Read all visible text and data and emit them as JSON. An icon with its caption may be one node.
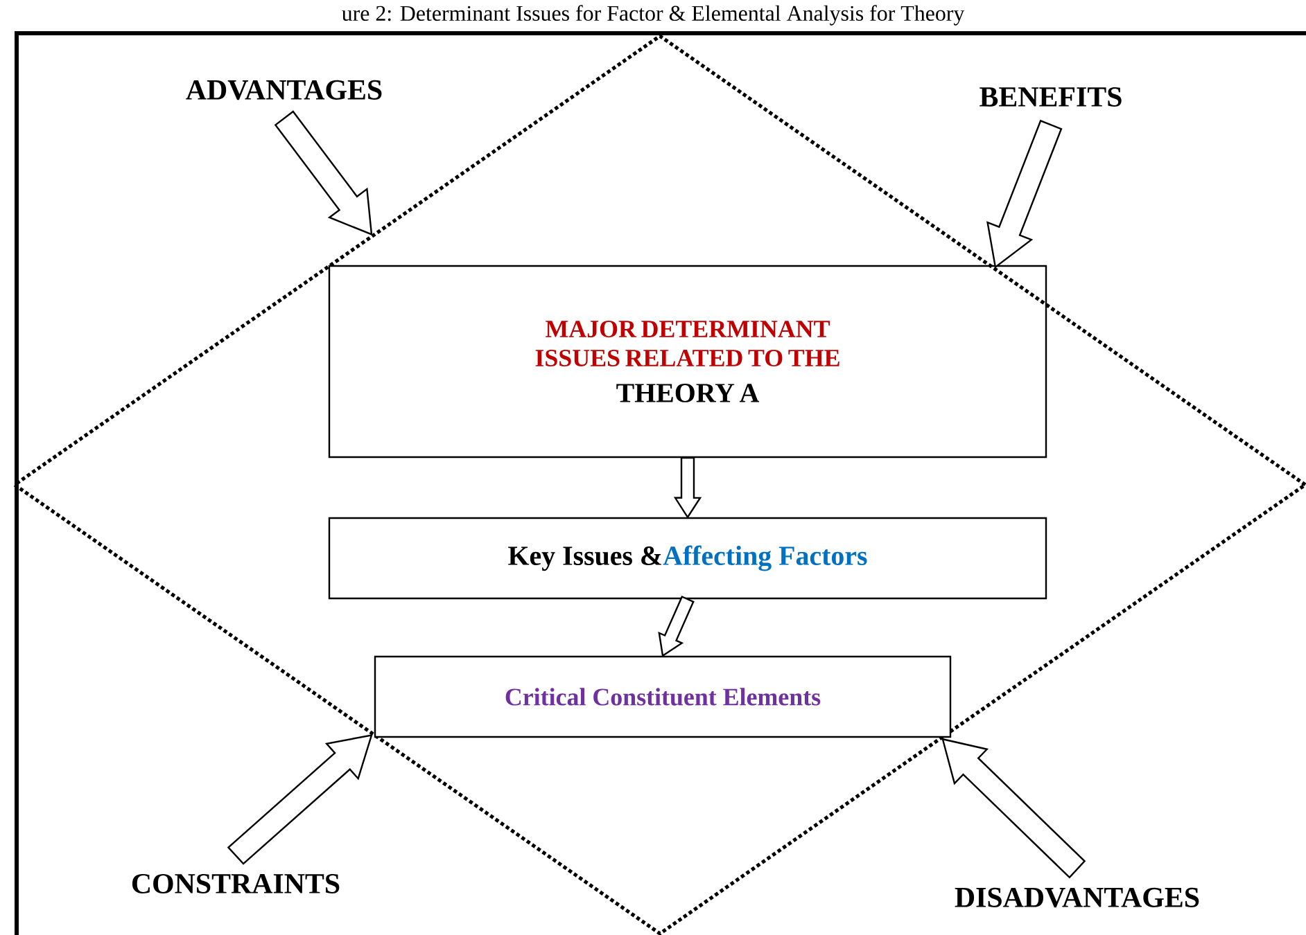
{
  "diagram": {
    "title": "ure 2: Determinant Issues for Factor & Elemental Analysis for Theory",
    "nodes": [
      {
        "text": [],
        "shape": "diamond"
      },
      {
        "text": [
          "ADVANTAGES"
        ]
      },
      {
        "text": [
          "BENEFITS"
        ]
      },
      {
        "text": [
          "MAJOR DETERMINANT ISSUES RELATED TO THE",
          "THEORY A"
        ],
        "in": 0
      },
      {
        "text": [
          "Key Issues &",
          "Affecting Factors"
        ],
        "in": 0
      },
      {
        "text": [
          "Critical Constituent Elements"
        ],
        "in": 0
      },
      {
        "text": [
          "CONSTRAINTS"
        ]
      },
      {
        "text": [
          "DISADVANTAGES"
        ]
      }
    ],
    "edges": [
      {
        "from": 1,
        "to": 0,
        "arrow": "to"
      },
      {
        "from": 2,
        "to": 0,
        "arrow": "to"
      },
      {
        "from": 3,
        "to": 4,
        "arrow": "to"
      },
      {
        "from": 4,
        "to": 5,
        "arrow": "to"
      },
      {
        "from": 6,
        "to": 0,
        "arrow": "to"
      },
      {
        "from": 7,
        "to": 0,
        "arrow": "to"
      }
    ]
  }
}
